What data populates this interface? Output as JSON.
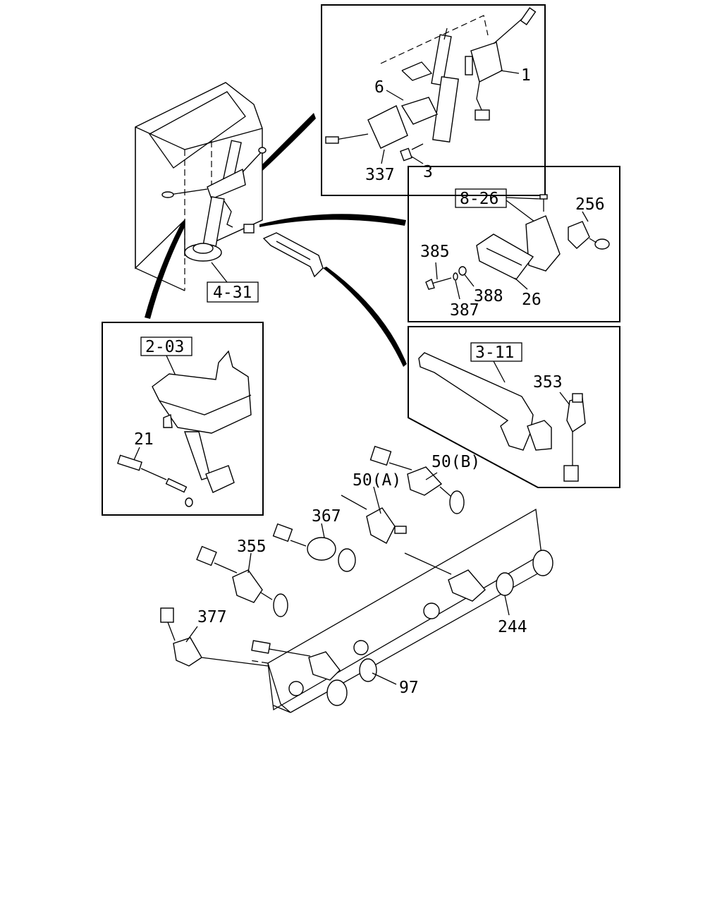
{
  "diagram": {
    "callouts": {
      "c1": "1",
      "c6": "6",
      "c337": "337",
      "c3": "3",
      "c256": "256",
      "c385": "385",
      "c388": "388",
      "c387": "387",
      "c26": "26",
      "c353": "353",
      "c21": "21",
      "c50b": "50(B)",
      "c50a": "50(A)",
      "c367": "367",
      "c355": "355",
      "c244": "244",
      "c377": "377",
      "c97": "97"
    },
    "refs": {
      "r826": "8-26",
      "r431": "4-31",
      "r203": "2-03",
      "r311": "3-11"
    }
  }
}
